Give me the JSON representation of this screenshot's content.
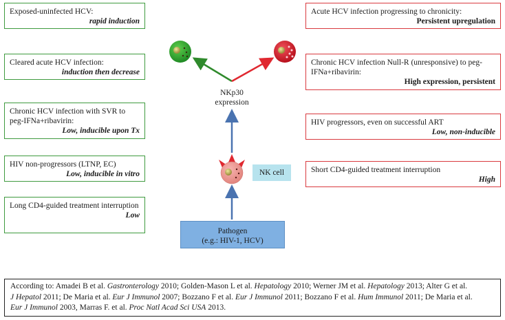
{
  "left_boxes": [
    {
      "text": "Exposed-uninfected HCV:",
      "result": "rapid induction",
      "italic": true
    },
    {
      "text": "Cleared acute HCV infection:",
      "result": "induction then decrease",
      "italic": true
    },
    {
      "text": "Chronic HCV infection with SVR to peg-IFNa+ribavirin:",
      "result": "Low, inducible upon Tx",
      "italic": true
    },
    {
      "text": "HIV non-progressors (LTNP, EC)",
      "result": "Low, inducible in vitro",
      "italic": true
    },
    {
      "text": "Long CD4-guided treatment interruption",
      "result": "Low",
      "italic": true
    }
  ],
  "right_boxes": [
    {
      "text": "Acute HCV infection progressing to chronicity:",
      "result": "Persistent upregulation",
      "italic": false
    },
    {
      "text": "Chronic HCV infection Null-R (unresponsive) to peg-IFNa+ribavirin:",
      "result": "High expression, persistent",
      "italic": false
    },
    {
      "text": "HIV progressors, even on successful ART",
      "result": "Low, non-inducible",
      "italic": true
    },
    {
      "text": "Short CD4-guided treatment interruption",
      "result": "High",
      "italic": true
    }
  ],
  "center": {
    "nkp30_line1": "NKp30",
    "nkp30_line2": "expression",
    "nk_cell": "NK cell",
    "pathogen_line1": "Pathogen",
    "pathogen_line2": "(e.g.: HIV-1, HCV)"
  },
  "references": {
    "r1a": "According to: Amadei B et al. ",
    "r1b": "Gastronterology",
    "r1c": " 2010; Golden-Mason L et al. ",
    "r1d": "Hepatology",
    "r1e": " 2010; Werner JM et al. ",
    "r1f": "Hepatology",
    "r1g": " 2013; Alter G et al.",
    "r2a": "J Hepatol",
    "r2b": " 2011; De Maria et al. ",
    "r2c": "Eur J Immunol",
    "r2d": " 2007; Bozzano F et al. ",
    "r2e": "Eur J Immunol",
    "r2f": " 2011; Bozzano F et al. ",
    "r2g": "Hum Immunol",
    "r2h": " 2011; De Maria et al.",
    "r3a": "Eur J Immunol",
    "r3b": " 2003, Marras F. et al. ",
    "r3c": "Proc Natl Acad Sci USA",
    "r3d": " 2013."
  },
  "colors": {
    "green": "#3e9a3e",
    "red": "#d9393e",
    "blue_arrow": "#4a73b0",
    "pathogen_fill": "#7fb0e2",
    "nk_tag": "#b7e3ee"
  }
}
